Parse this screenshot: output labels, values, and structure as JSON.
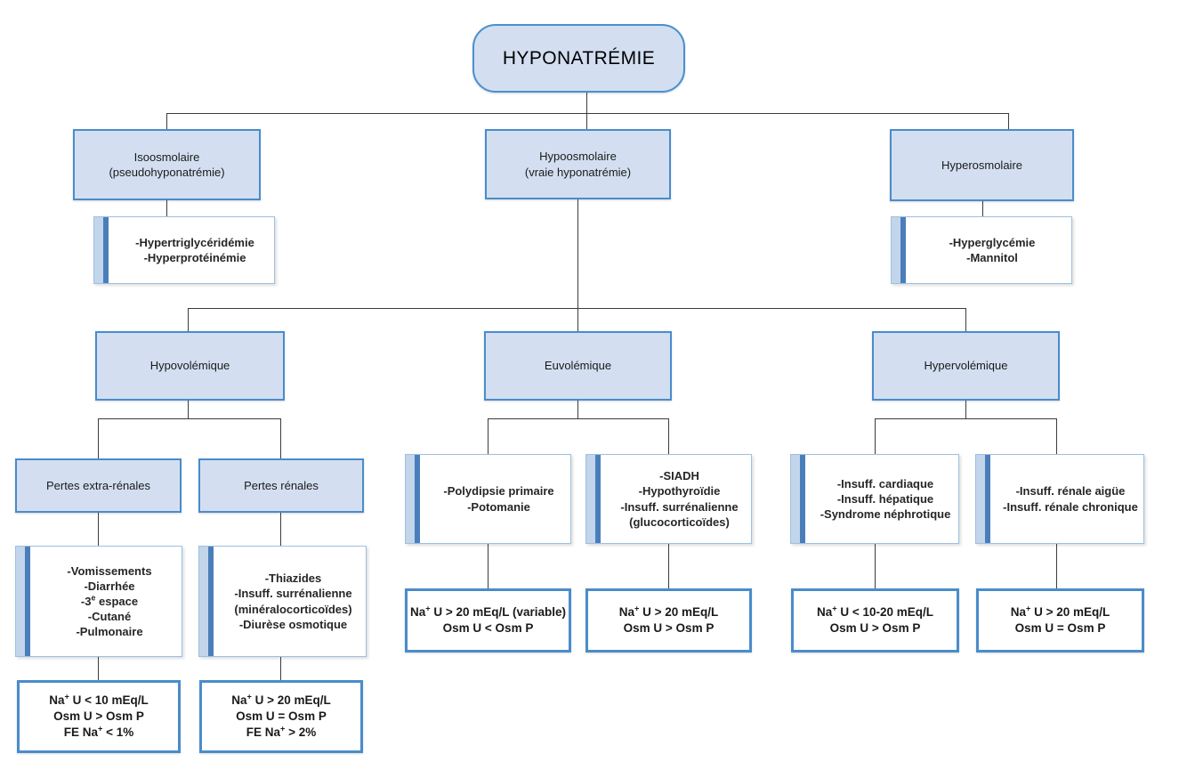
{
  "diagram": {
    "title": "HYPONATRÉMIE",
    "language": "fr",
    "colors": {
      "box_fill": "#d3dff1",
      "box_border": "#4a8ccb",
      "accent_light": "#c3d5ea",
      "accent_dark": "#4a7ebb",
      "line": "#3c3c3c",
      "page_background": "#ffffff"
    }
  },
  "root": {
    "label": "HYPONATRÉMIE"
  },
  "osmolality_level": {
    "isoosmolar": {
      "label": "Isoosmolaire\n(pseudohyponatrémie)",
      "causes": "-Hypertriglycéridémie\n-Hyperprotéinémie"
    },
    "hypoosmolar": {
      "label": "Hypoosmolaire\n(vraie hyponatrémie)"
    },
    "hyperosmolar": {
      "label": "Hyperosmolaire",
      "causes": "-Hyperglycémie\n-Mannitol"
    }
  },
  "volume_level": {
    "hypovolemic": {
      "label": "Hypovolémique"
    },
    "euvolemic": {
      "label": "Euvolémique"
    },
    "hypervolemic": {
      "label": "Hypervolémique"
    }
  },
  "hypovolemic_branch": {
    "extrarenal": {
      "label": "Pertes extra-rénales",
      "causes": "-Vomissements\n-Diarrhée\n-3e espace\n-Cutané\n-Pulmonaire",
      "causes_lines": [
        "-Vomissements",
        "-Diarrhée",
        "-3e espace",
        "-Cutané",
        "-Pulmonaire"
      ],
      "labs": "Na+ U < 10 mEq/L\nOsm U > Osm P\nFE Na+ < 1%",
      "labs_lines": [
        "Na+ U < 10 mEq/L",
        "Osm U > Osm P",
        "FE Na+ < 1%"
      ]
    },
    "renal": {
      "label": "Pertes rénales",
      "causes": "-Thiazides\n-Insuff. surrénalienne\n(minéralocorticoïdes)\n-Diurèse osmotique",
      "causes_lines": [
        "-Thiazides",
        "-Insuff. surrénalienne",
        "(minéralocorticoïdes)",
        "-Diurèse osmotique"
      ],
      "labs": "Na+ U > 20 mEq/L\nOsm U = Osm P\nFE Na+ > 2%",
      "labs_lines": [
        "Na+ U > 20 mEq/L",
        "Osm U = Osm P",
        "FE Na+ > 2%"
      ]
    }
  },
  "euvolemic_branch": {
    "left": {
      "causes": "-Polydipsie primaire\n-Potomanie",
      "causes_lines": [
        "-Polydipsie primaire",
        "-Potomanie"
      ],
      "labs": "Na+ U > 20 mEq/L (variable)\nOsm U < Osm P",
      "labs_lines": [
        "Na+ U > 20 mEq/L (variable)",
        "Osm U < Osm P"
      ]
    },
    "right": {
      "causes": "-SIADH\n-Hypothyroïdie\n-Insuff. surrénalienne\n(glucocorticoïdes)",
      "causes_lines": [
        "-SIADH",
        "-Hypothyroïdie",
        "-Insuff. surrénalienne",
        "(glucocorticoïdes)"
      ],
      "labs": "Na+ U > 20 mEq/L\nOsm U > Osm P",
      "labs_lines": [
        "Na+ U > 20 mEq/L",
        "Osm U > Osm P"
      ]
    }
  },
  "hypervolemic_branch": {
    "left": {
      "causes": "-Insuff. cardiaque\n-Insuff. hépatique\n-Syndrome néphrotique",
      "causes_lines": [
        "-Insuff. cardiaque",
        "-Insuff. hépatique",
        "-Syndrome néphrotique"
      ],
      "labs": "Na+ U < 10-20 mEq/L\nOsm U > Osm P",
      "labs_lines": [
        "Na+ U < 10-20 mEq/L",
        "Osm U > Osm P"
      ]
    },
    "right": {
      "causes": "-Insuff. rénale aigüe\n-Insuff. rénale chronique",
      "causes_lines": [
        "-Insuff. rénale aigüe",
        "-Insuff. rénale chronique"
      ],
      "labs": "Na+ U > 20 mEq/L\nOsm U = Osm P",
      "labs_lines": [
        "Na+ U > 20 mEq/L",
        "Osm U = Osm P"
      ]
    }
  }
}
